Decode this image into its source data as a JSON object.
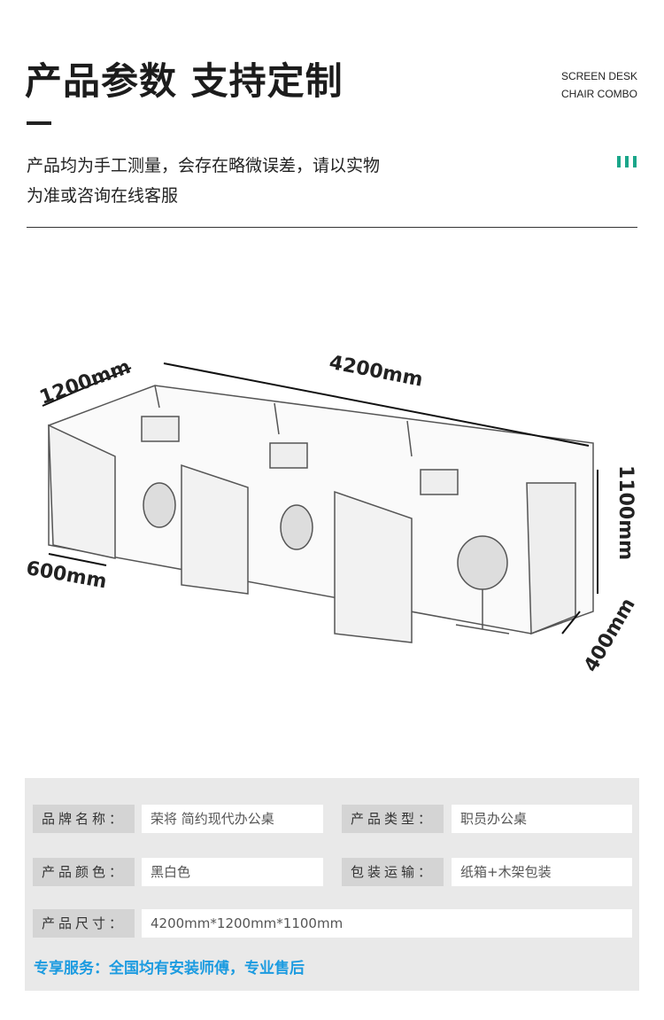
{
  "header": {
    "title": "产品参数 支持定制",
    "english_line1": "SCREEN DESK",
    "english_line2": "CHAIR COMBO",
    "note_line1": "产品均为手工测量，会存在略微误差，请以实物",
    "note_line2": "为准或咨询在线客服",
    "accent_color": "#1aa68a"
  },
  "illustration": {
    "width_label": "4200mm",
    "depth_label": "1200mm",
    "desk_depth_label": "600mm",
    "height_label": "1100mm",
    "side_label": "400mm"
  },
  "specs": {
    "brand_label": "品牌名称：",
    "brand_value": "荣将 简约现代办公桌",
    "type_label": "产品类型：",
    "type_value": "职员办公桌",
    "color_label": "产品颜色：",
    "color_value": "黑白色",
    "package_label": "包装运输：",
    "package_value": "纸箱+木架包装",
    "size_label": "产品尺寸：",
    "size_value": "4200mm*1200mm*1100mm",
    "service": "专享服务：全国均有安装师傅，专业售后",
    "service_color": "#1c9be0"
  }
}
